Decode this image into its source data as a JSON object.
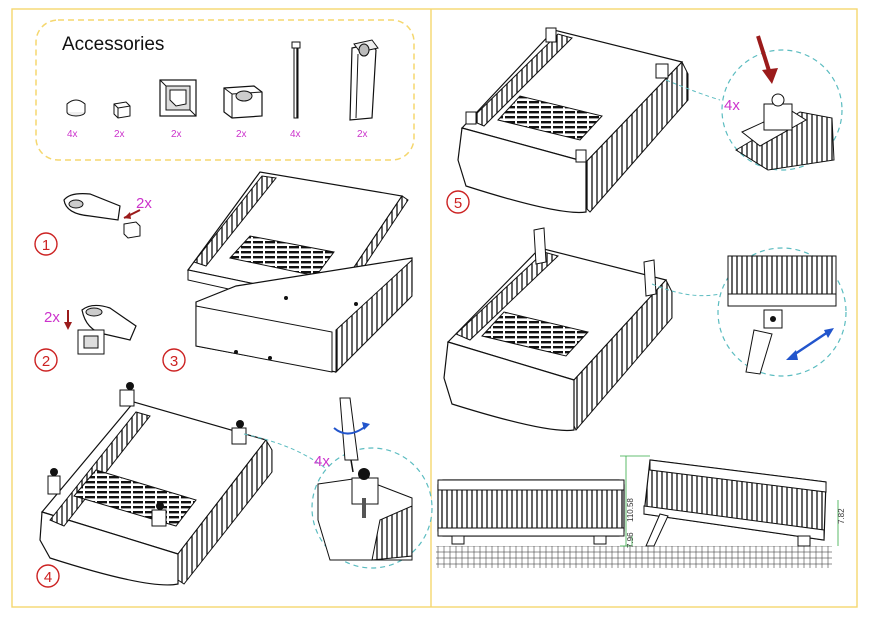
{
  "accessories": {
    "title": "Accessories",
    "items": [
      {
        "icon": "rubber-foot-icon",
        "qty": "4x"
      },
      {
        "icon": "small-cap-icon",
        "qty": "2x"
      },
      {
        "icon": "hinge-block-icon",
        "qty": "2x"
      },
      {
        "icon": "leg-socket-icon",
        "qty": "2x"
      },
      {
        "icon": "screw-icon",
        "qty": "4x"
      },
      {
        "icon": "tilt-leg-icon",
        "qty": "2x"
      }
    ]
  },
  "steps": {
    "s1": {
      "num": "1",
      "qty": "2x"
    },
    "s2": {
      "num": "2",
      "qty": "2x"
    },
    "s3": {
      "num": "3"
    },
    "s4": {
      "num": "4",
      "qty": "4x"
    },
    "s5": {
      "num": "5",
      "qty": "4x"
    }
  },
  "dims": {
    "d1": "110.58",
    "d2": "7.96",
    "d3": "7.82"
  },
  "colors": {
    "frame": "#f5d76e",
    "accent": "#cc33cc",
    "arrow": "#9b1b1b",
    "callout": "#5bbcc0",
    "rotate": "#2255cc",
    "dim": "#33aa44"
  }
}
